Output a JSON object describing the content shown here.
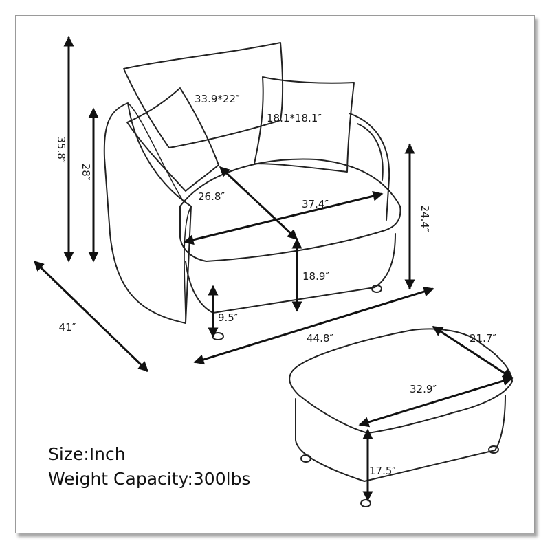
{
  "dimensions": {
    "overall_height": "35.8″",
    "back_height": "28″",
    "overall_depth": "41″",
    "back_pillow": "33.9*22″",
    "throw_pillow": "18.1*18.1″",
    "seat_depth": "26.8″",
    "seat_width": "37.4″",
    "arm_height": "24.4″",
    "seat_height": "18.9″",
    "leg_clearance": "9.5″",
    "overall_width": "44.8″",
    "ottoman_width": "32.9″",
    "ottoman_depth": "21.7″",
    "ottoman_height": "17.5″"
  },
  "info": {
    "size": "Size:Inch",
    "weight_capacity": "Weight Capacity:300lbs"
  }
}
